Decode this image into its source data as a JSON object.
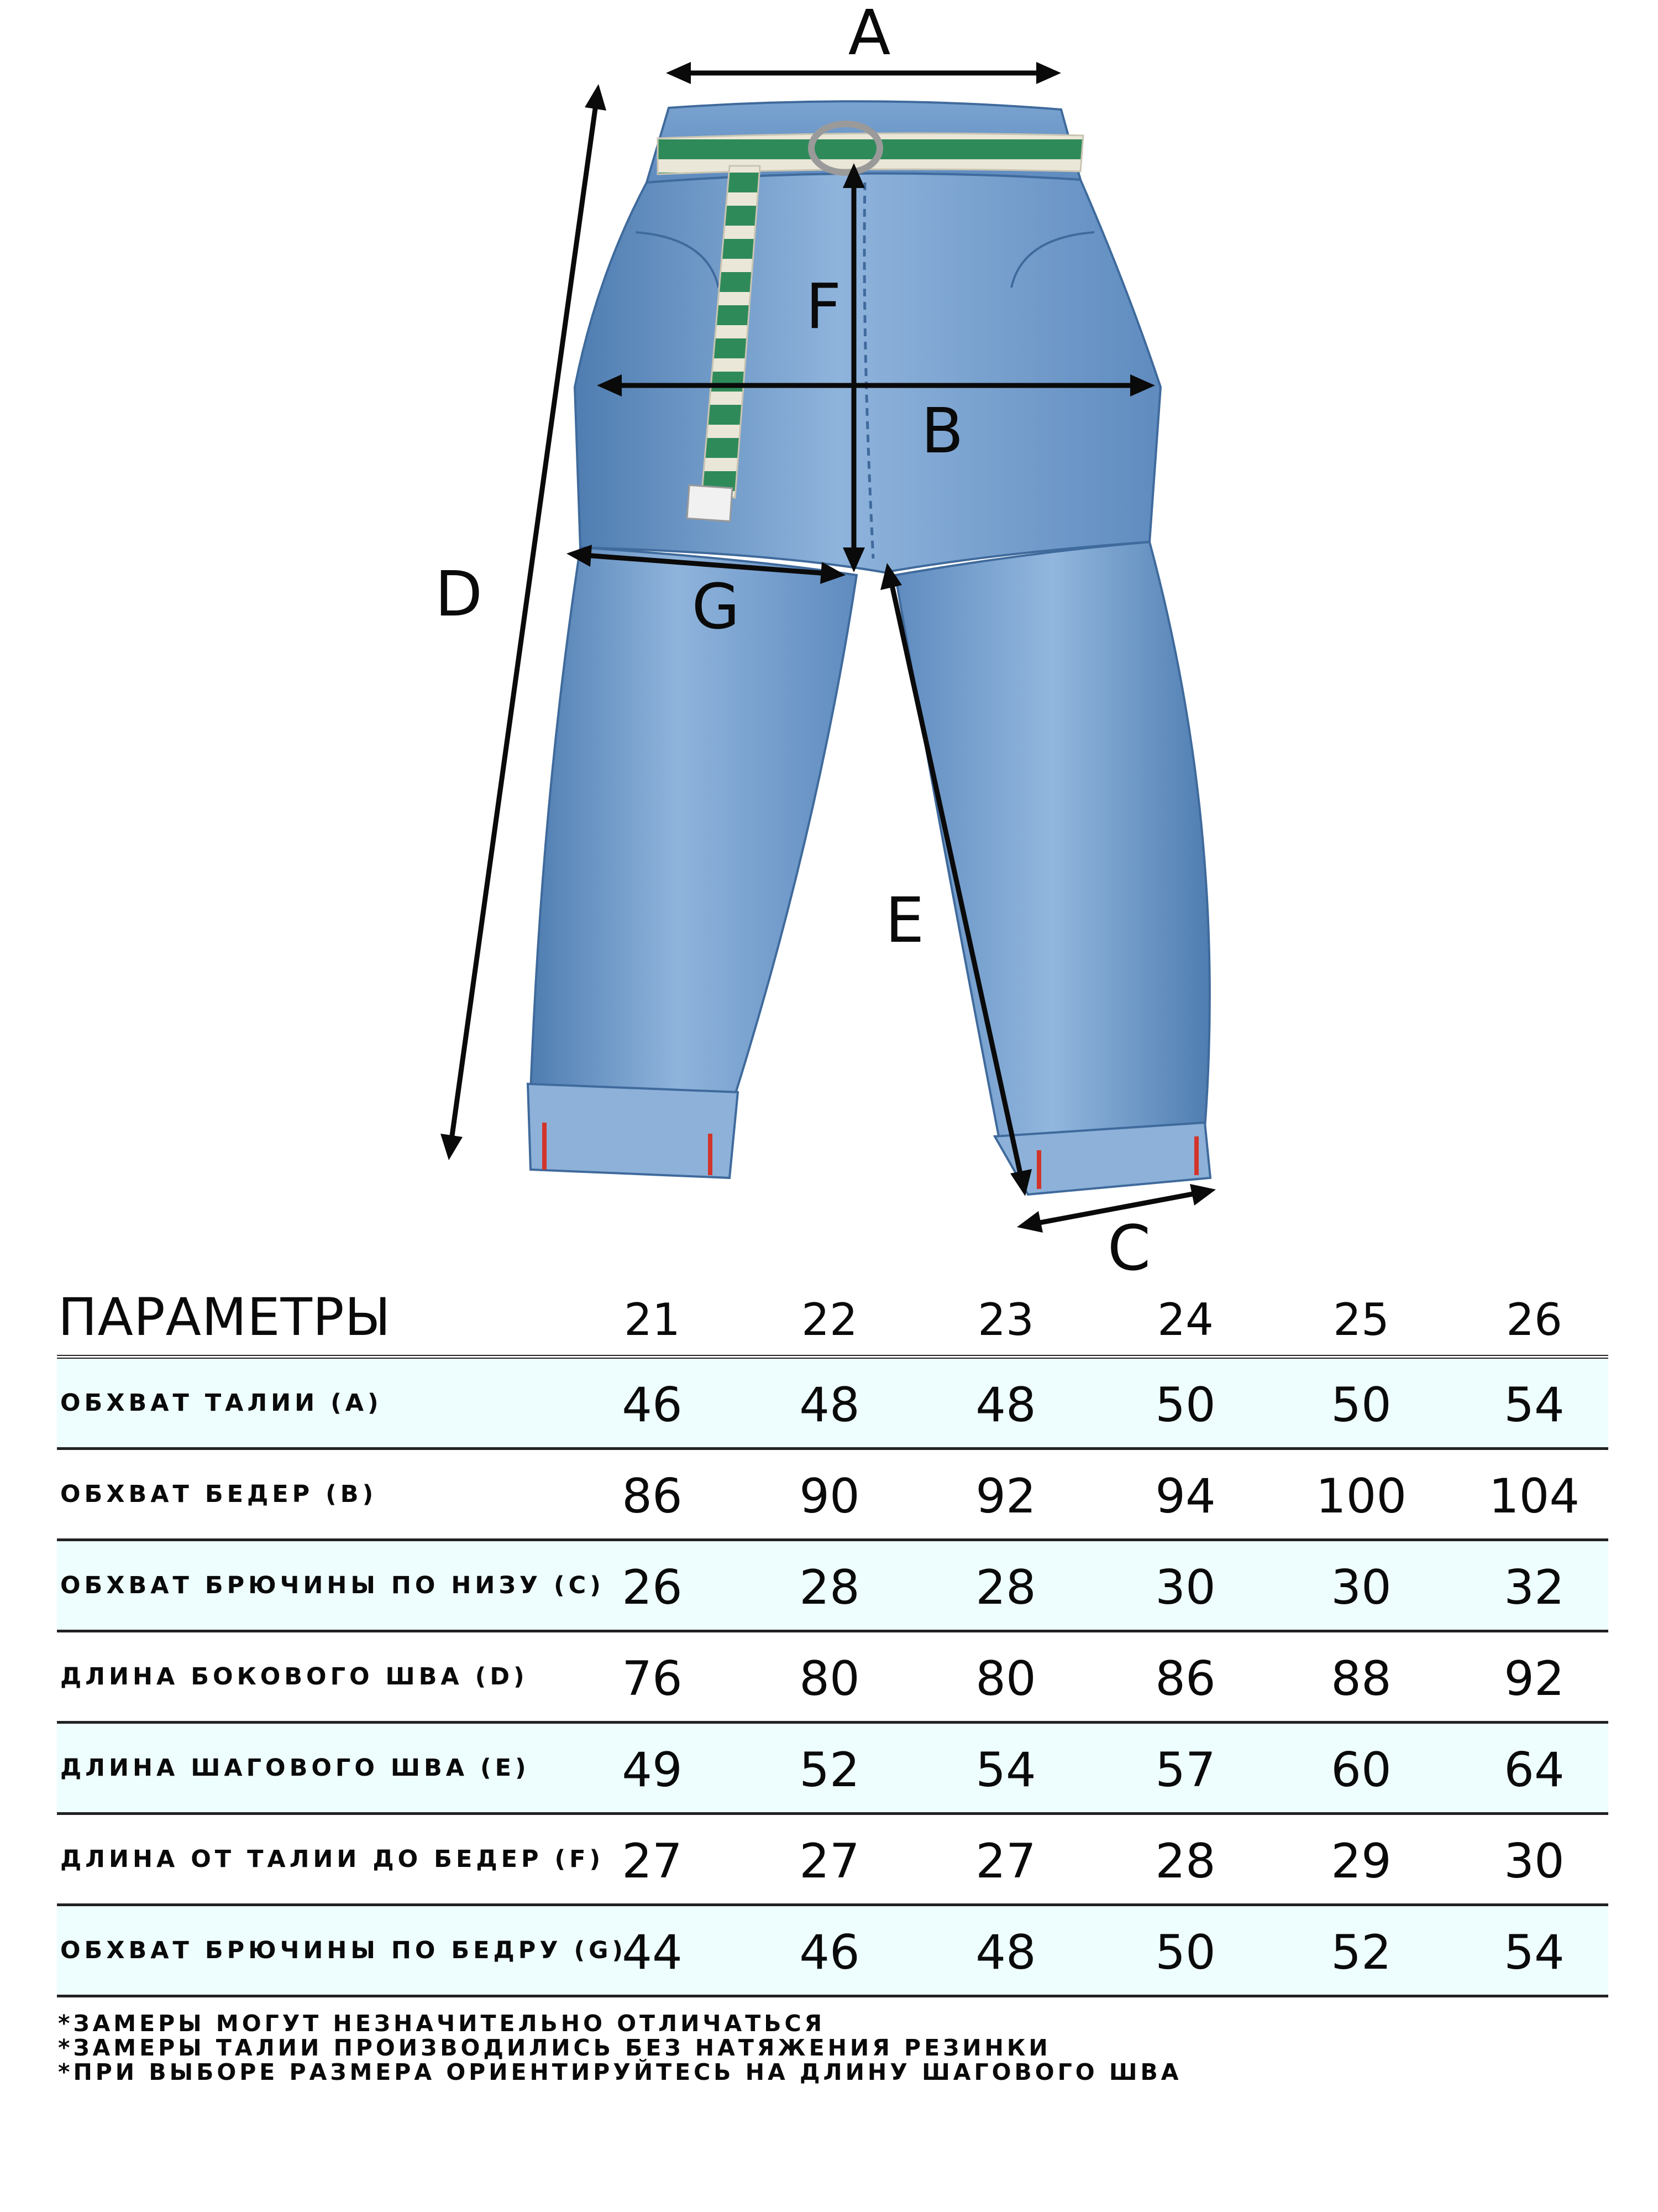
{
  "diagram": {
    "letters": {
      "A": "A",
      "B": "B",
      "C": "C",
      "D": "D",
      "E": "E",
      "F": "F",
      "G": "G"
    },
    "colors": {
      "denim": "#6e9bcb",
      "denim_dark": "#4a77ab",
      "belt_green": "#2f8a5a",
      "belt_cream": "#ebe7d8",
      "arrow": "#0a0a0a"
    }
  },
  "table": {
    "title": "ПАРАМЕТРЫ",
    "sizes": [
      "21",
      "22",
      "23",
      "24",
      "25",
      "26"
    ],
    "rows": [
      {
        "label": "ОБХВАТ ТАЛИИ (A)",
        "values": [
          "46",
          "48",
          "48",
          "50",
          "50",
          "54"
        ]
      },
      {
        "label": "ОБХВАТ БЕДЕР (B)",
        "values": [
          "86",
          "90",
          "92",
          "94",
          "100",
          "104"
        ]
      },
      {
        "label": "ОБХВАТ БРЮЧИНЫ ПО НИЗУ (C)",
        "values": [
          "26",
          "28",
          "28",
          "30",
          "30",
          "32"
        ]
      },
      {
        "label": "ДЛИНА БОКОВОГО ШВА (D)",
        "values": [
          "76",
          "80",
          "80",
          "86",
          "88",
          "92"
        ]
      },
      {
        "label": "ДЛИНА ШАГОВОГО ШВА (E)",
        "values": [
          "49",
          "52",
          "54",
          "57",
          "60",
          "64"
        ]
      },
      {
        "label": "ДЛИНА ОТ ТАЛИИ ДО БЕДЕР (F)",
        "values": [
          "27",
          "27",
          "27",
          "28",
          "29",
          "30"
        ]
      },
      {
        "label": "ОБХВАТ БРЮЧИНЫ ПО БЕДРУ (G)",
        "values": [
          "44",
          "46",
          "48",
          "50",
          "52",
          "54"
        ]
      }
    ],
    "row_tint": "#eefdfd"
  },
  "notes": [
    "*ЗАМЕРЫ МОГУТ НЕЗНАЧИТЕЛЬНО ОТЛИЧАТЬСЯ",
    "*ЗАМЕРЫ ТАЛИИ ПРОИЗВОДИЛИСЬ БЕЗ НАТЯЖЕНИЯ РЕЗИНКИ",
    "*ПРИ ВЫБОРЕ РАЗМЕРА ОРИЕНТИРУЙТЕСЬ НА ДЛИНУ ШАГОВОГО ШВА"
  ]
}
